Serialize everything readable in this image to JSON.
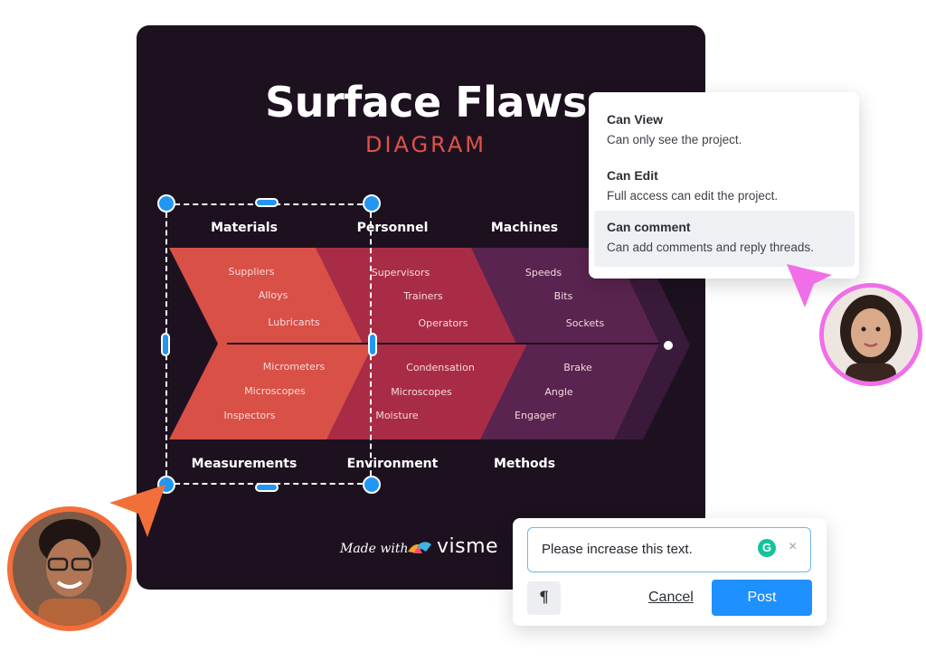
{
  "diagram": {
    "title": "Surface Flaws",
    "subtitle": "DIAGRAM",
    "categories_top": [
      "Materials",
      "Personnel",
      "Machines"
    ],
    "categories_bottom": [
      "Measurements",
      "Environment",
      "Methods"
    ],
    "items_top": [
      [
        "Suppliers",
        "Alloys",
        "Lubricants"
      ],
      [
        "Supervisors",
        "Trainers",
        "Operators"
      ],
      [
        "Speeds",
        "Bits",
        "Sockets"
      ]
    ],
    "items_bottom": [
      [
        "Micrometers",
        "Microscopes",
        "Inspectors"
      ],
      [
        "Condensation",
        "Microscopes",
        "Moisture"
      ],
      [
        "Brake",
        "Angle",
        "Engager"
      ]
    ],
    "footer_made": "Made with",
    "footer_brand": "visme",
    "colors": {
      "bg": "#1d1120",
      "red": "#d95046",
      "crimson": "#a92c46",
      "purple": "#5a2450",
      "tail": "#3a1a3a",
      "accent": "#e0524a"
    }
  },
  "permissions": [
    {
      "title": "Can View",
      "desc": "Can only see the project.",
      "active": false
    },
    {
      "title": "Can Edit",
      "desc": "Full access can edit the project.",
      "active": false
    },
    {
      "title": "Can comment",
      "desc": "Can add comments and reply threads.",
      "active": true
    }
  ],
  "comment": {
    "text": "Please increase this text.",
    "grammar_icon": "G",
    "clear_icon": "×",
    "format_icon": "¶",
    "cancel": "Cancel",
    "post": "Post"
  },
  "icons": {
    "selection_handles": "handle-dot",
    "cursor_orange": "#f36f3a",
    "cursor_pink": "#f06ee8"
  }
}
